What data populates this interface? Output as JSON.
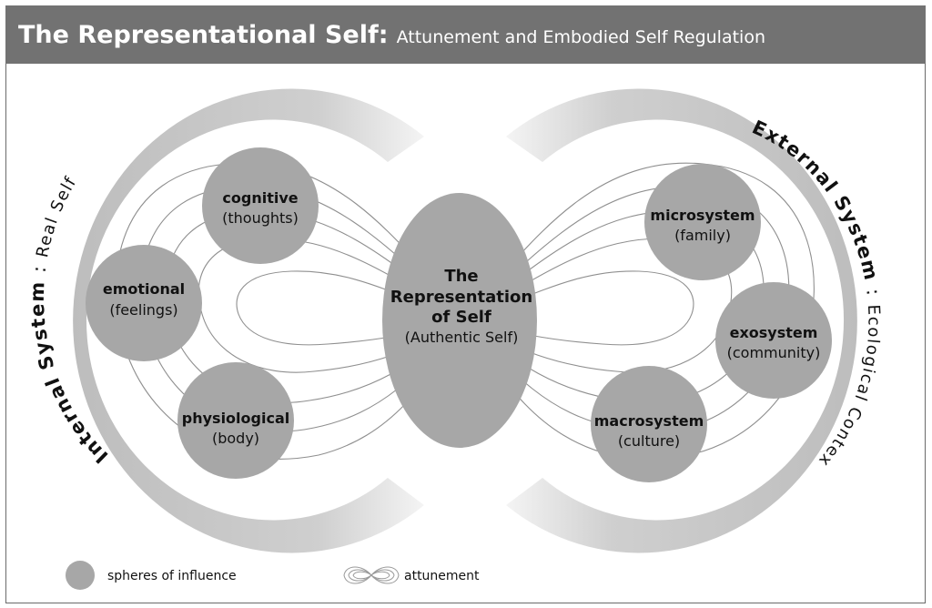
{
  "header": {
    "title_main": "The Representational Self:",
    "title_sub": "Attunement and Embodied Self Regulation"
  },
  "left_arc": {
    "label_bold": "Internal System",
    "label_sep": " : ",
    "label_rest": "Real Self"
  },
  "right_arc": {
    "label_bold": "External System",
    "label_sep": " : ",
    "label_rest": "Ecological Context"
  },
  "center": {
    "line1": "The",
    "line2": "Representation",
    "line3": "of Self",
    "line4": "(Authentic Self)"
  },
  "spheres": {
    "cognitive": {
      "name": "cognitive",
      "sub": "(thoughts)"
    },
    "emotional": {
      "name": "emotional",
      "sub": "(feelings)"
    },
    "physiological": {
      "name": "physiological",
      "sub": "(body)"
    },
    "microsystem": {
      "name": "microsystem",
      "sub": "(family)"
    },
    "exosystem": {
      "name": "exosystem",
      "sub": "(community)"
    },
    "macrosystem": {
      "name": "macrosystem",
      "sub": "(culture)"
    }
  },
  "legend": {
    "spheres_label": "spheres of influence",
    "attunement_label": "attunement"
  },
  "colors": {
    "header_bg": "#727272",
    "sphere_fill": "#a7a7a7",
    "arc_fill": "#c9c9c9",
    "line_color": "#8f8f8f"
  }
}
